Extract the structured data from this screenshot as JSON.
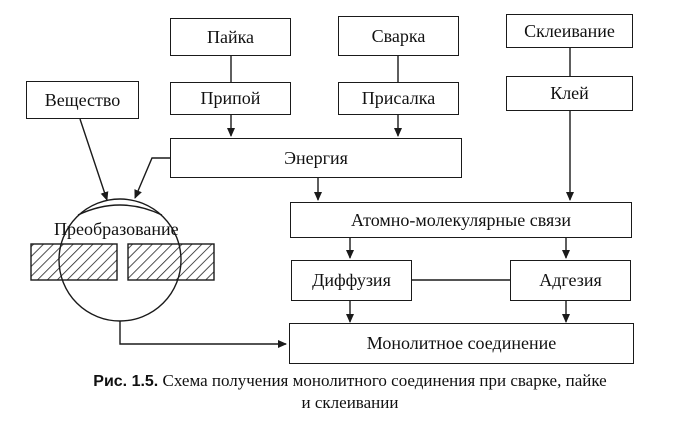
{
  "boxes": {
    "payka": "Пайка",
    "svarka": "Сварка",
    "skleivanie": "Склеивание",
    "veshchestvo": "Вещество",
    "pripoy": "Припой",
    "prisalka": "Присалка",
    "kley": "Клей",
    "energiya": "Энергия",
    "atomno": "Атомно-молекулярные связи",
    "diffuziya": "Диффузия",
    "adgeziya": "Адгезия",
    "monolit": "Монолитное соединение"
  },
  "preobrazovanie": "Преобразование",
  "caption": {
    "number": "Рис. 1.5.",
    "line1": "Схема получения монолитного соединения при сварке, пайке",
    "line2": "и склеивании"
  }
}
